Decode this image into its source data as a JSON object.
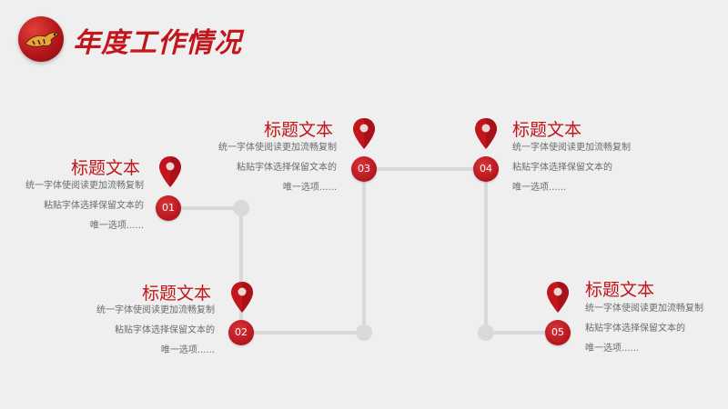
{
  "header": {
    "title": "年度工作情况",
    "logo_icon": "tiger-emblem-icon"
  },
  "colors": {
    "accent": "#c3161c",
    "track": "#d9d9d9",
    "background": "#efefef"
  },
  "steps": [
    {
      "number": "01",
      "title": "标题文本",
      "lines": [
        "统一字体使阅读更加流畅复制",
        "粘贴字体选择保留文本的",
        "唯一选项......"
      ]
    },
    {
      "number": "02",
      "title": "标题文本",
      "lines": [
        "统一字体使阅读更加流畅复制",
        "粘贴字体选择保留文本的",
        "唯一选项......"
      ]
    },
    {
      "number": "03",
      "title": "标题文本",
      "lines": [
        "统一字体使阅读更加流畅复制",
        "粘贴字体选择保留文本的",
        "唯一选项......"
      ]
    },
    {
      "number": "04",
      "title": "标题文本",
      "lines": [
        "统一字体使阅读更加流畅复制",
        "粘贴字体选择保留文本的",
        "唯一选项......"
      ]
    },
    {
      "number": "05",
      "title": "标题文本",
      "lines": [
        "统一字体使阅读更加流畅复制",
        "粘贴字体选择保留文本的",
        "唯一选项......"
      ]
    }
  ]
}
